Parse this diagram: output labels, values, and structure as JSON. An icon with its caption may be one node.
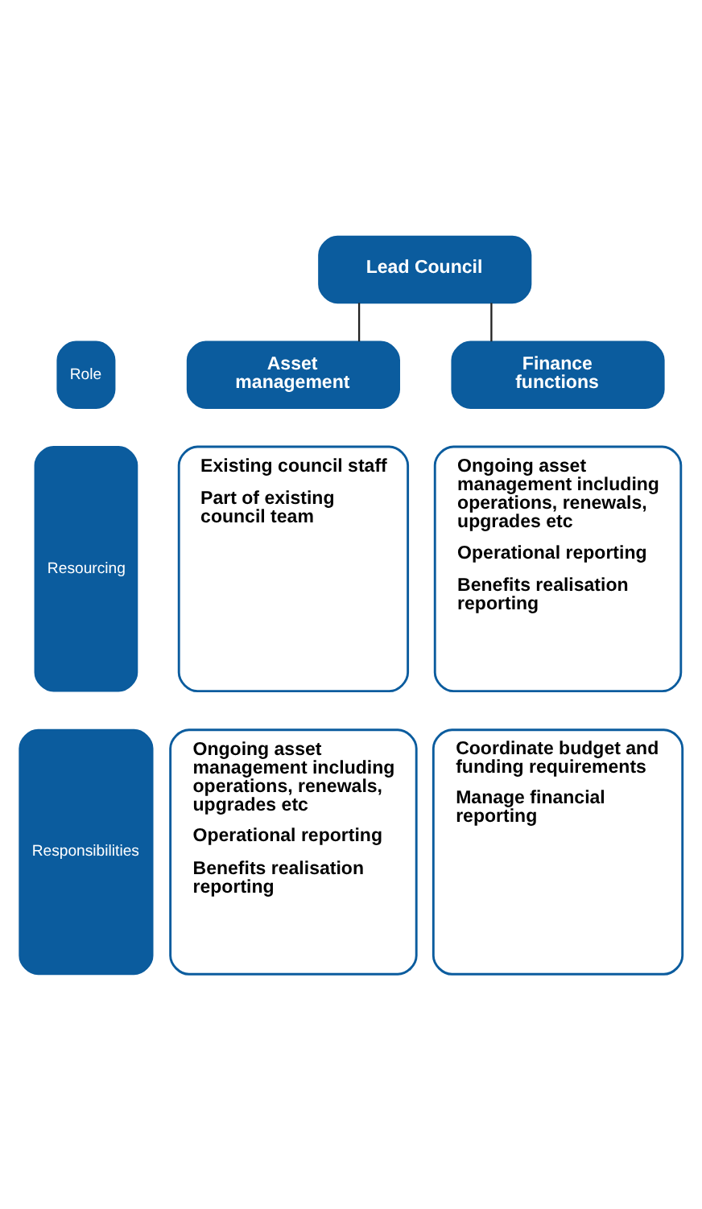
{
  "diagram": {
    "nodes": [
      {
        "text": [
          "Lead Council"
        ]
      },
      {
        "text": [
          "Role"
        ]
      },
      {
        "text": [
          "Asset management"
        ]
      },
      {
        "text": [
          "Finance functions"
        ]
      },
      {
        "text": [
          "Resourcing"
        ]
      },
      {
        "text": [
          "Existing council staff",
          "Part of existing council team"
        ]
      },
      {
        "text": [
          "Ongoing asset management including operations, renewals, upgrades etc",
          "Operational reporting",
          "Benefits realisation reporting"
        ]
      },
      {
        "text": [
          "Responsibilities"
        ]
      },
      {
        "text": [
          "Ongoing asset management including operations, renewals, upgrades etc",
          "Operational reporting",
          "Benefits realisation reporting"
        ]
      },
      {
        "text": [
          "Coordinate budget and funding requirements",
          "Manage financial reporting"
        ]
      }
    ],
    "edges": [
      {
        "from": 0,
        "to": 2,
        "arrow": "none"
      },
      {
        "from": 0,
        "to": 3,
        "arrow": "none"
      }
    ]
  }
}
